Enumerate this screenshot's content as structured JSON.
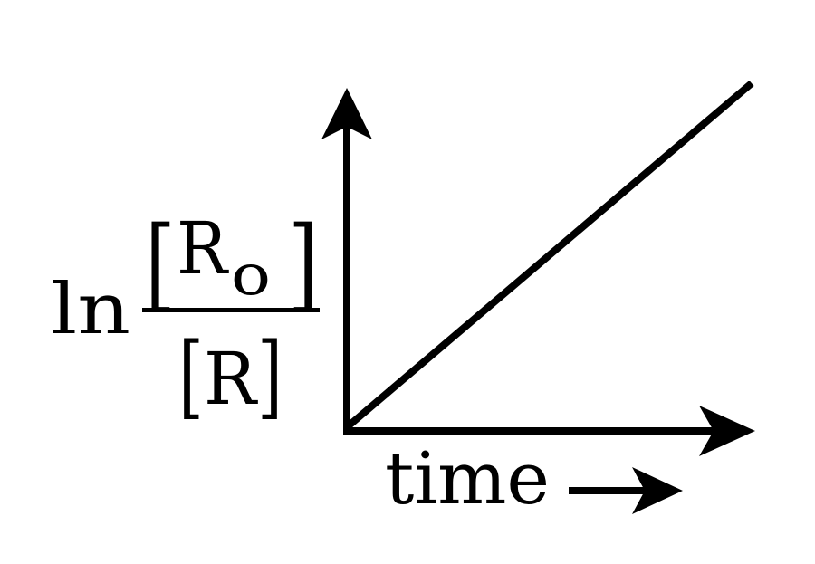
{
  "chart_data": {
    "type": "line",
    "xlabel": "time",
    "ylabel": {
      "prefix": "ln",
      "numerator": "R",
      "numerator_subscript": "o",
      "denominator": "R",
      "bracket_open": "[",
      "bracket_close": "]"
    },
    "series": [
      {
        "x": [
          0,
          1
        ],
        "y": [
          0,
          1
        ]
      }
    ],
    "xlim": [
      0,
      1
    ],
    "ylim": [
      0,
      1
    ],
    "grid": false,
    "ticks": false,
    "colors": {
      "line": "#000000",
      "axis": "#000000",
      "background": "#ffffff"
    }
  }
}
